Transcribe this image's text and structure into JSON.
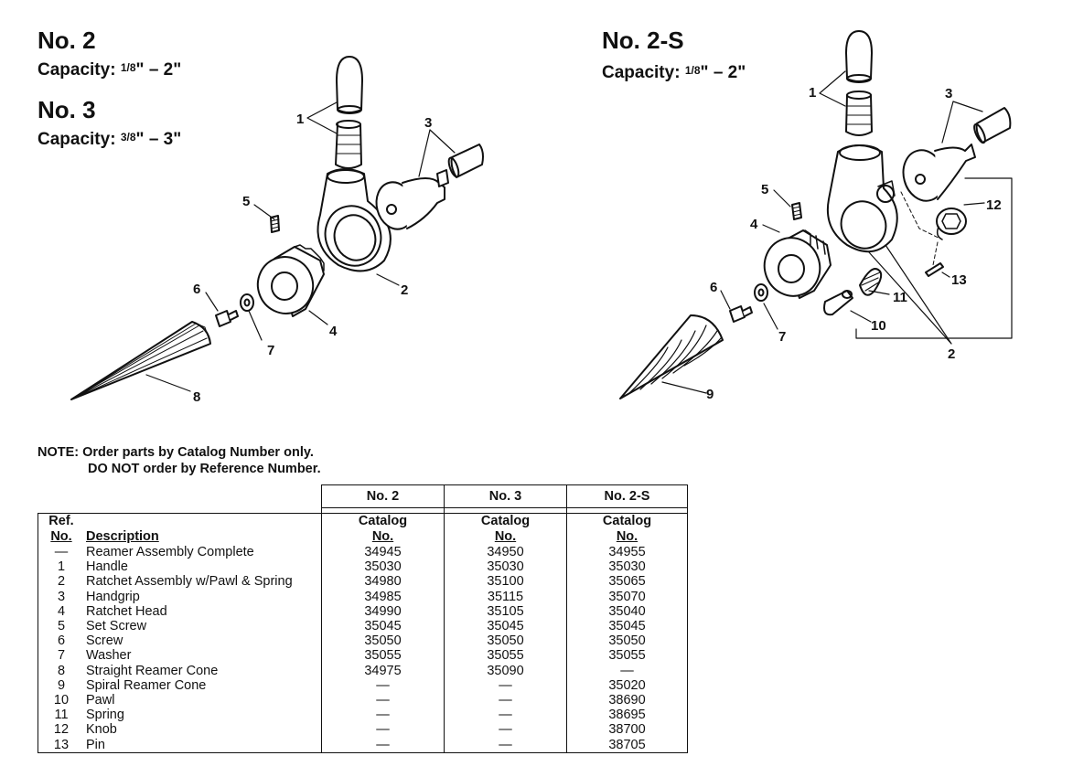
{
  "left_models": [
    {
      "name": "No. 2",
      "capacity_label": "Capacity:",
      "cap_num": "1",
      "cap_den": "8",
      "cap_rest": "\" – 2\""
    },
    {
      "name": "No. 3",
      "capacity_label": "Capacity:",
      "cap_num": "3",
      "cap_den": "8",
      "cap_rest": "\" – 3\""
    }
  ],
  "right_model": {
    "name": "No. 2-S",
    "capacity_label": "Capacity:",
    "cap_num": "1",
    "cap_den": "8",
    "cap_rest": "\" – 2\""
  },
  "callouts_left": [
    "1",
    "2",
    "3",
    "4",
    "5",
    "6",
    "7",
    "8"
  ],
  "callouts_right": [
    "1",
    "2",
    "3",
    "4",
    "5",
    "6",
    "7",
    "9",
    "10",
    "11",
    "12",
    "13"
  ],
  "note": {
    "line1": "NOTE: Order parts by Catalog Number only.",
    "line2": "DO NOT order by Reference Number."
  },
  "table": {
    "model_headers": [
      "No. 2",
      "No. 3",
      "No. 2-S"
    ],
    "ref_label_top": "Ref.",
    "ref_label_bottom": "No.",
    "desc_label": "Description",
    "catalog_label_top": "Catalog",
    "catalog_label_bottom": "No.",
    "rows": [
      {
        "ref": "—",
        "desc": "Reamer Assembly Complete",
        "no2": "34945",
        "no3": "34950",
        "no2s": "34955"
      },
      {
        "ref": "1",
        "desc": "Handle",
        "no2": "35030",
        "no3": "35030",
        "no2s": "35030"
      },
      {
        "ref": "2",
        "desc": "Ratchet Assembly w/Pawl & Spring",
        "no2": "34980",
        "no3": "35100",
        "no2s": "35065"
      },
      {
        "ref": "3",
        "desc": "Handgrip",
        "no2": "34985",
        "no3": "35115",
        "no2s": "35070"
      },
      {
        "ref": "4",
        "desc": "Ratchet Head",
        "no2": "34990",
        "no3": "35105",
        "no2s": "35040"
      },
      {
        "ref": "5",
        "desc": "Set Screw",
        "no2": "35045",
        "no3": "35045",
        "no2s": "35045"
      },
      {
        "ref": "6",
        "desc": "Screw",
        "no2": "35050",
        "no3": "35050",
        "no2s": "35050"
      },
      {
        "ref": "7",
        "desc": "Washer",
        "no2": "35055",
        "no3": "35055",
        "no2s": "35055"
      },
      {
        "ref": "8",
        "desc": "Straight Reamer Cone",
        "no2": "34975",
        "no3": "35090",
        "no2s": "—"
      },
      {
        "ref": "9",
        "desc": "Spiral Reamer Cone",
        "no2": "—",
        "no3": "—",
        "no2s": "35020"
      },
      {
        "ref": "10",
        "desc": "Pawl",
        "no2": "—",
        "no3": "—",
        "no2s": "38690"
      },
      {
        "ref": "11",
        "desc": "Spring",
        "no2": "—",
        "no3": "—",
        "no2s": "38695"
      },
      {
        "ref": "12",
        "desc": "Knob",
        "no2": "—",
        "no3": "—",
        "no2s": "38700"
      },
      {
        "ref": "13",
        "desc": "Pin",
        "no2": "—",
        "no3": "—",
        "no2s": "38705"
      }
    ]
  }
}
